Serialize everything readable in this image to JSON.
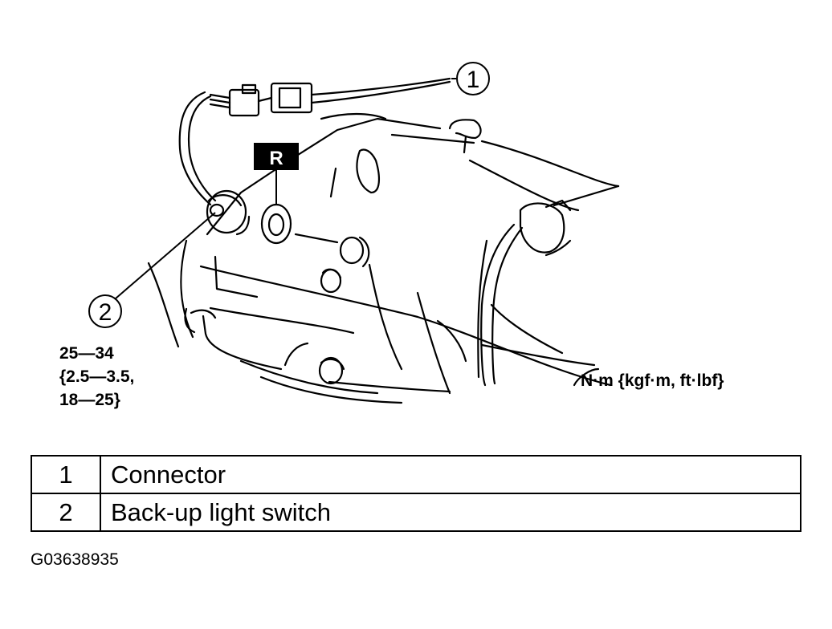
{
  "callouts": [
    {
      "number": "1"
    },
    {
      "number": "2"
    }
  ],
  "reference_marker": "R",
  "torque_spec": {
    "line1": "25—34",
    "line2": "{2.5—3.5,",
    "line3": "18—25}"
  },
  "units": "N·m {kgf·m, ft·lbf}",
  "legend": [
    {
      "number": "1",
      "label": "Connector"
    },
    {
      "number": "2",
      "label": "Back-up light switch"
    }
  ],
  "figure_code": "G03638935"
}
